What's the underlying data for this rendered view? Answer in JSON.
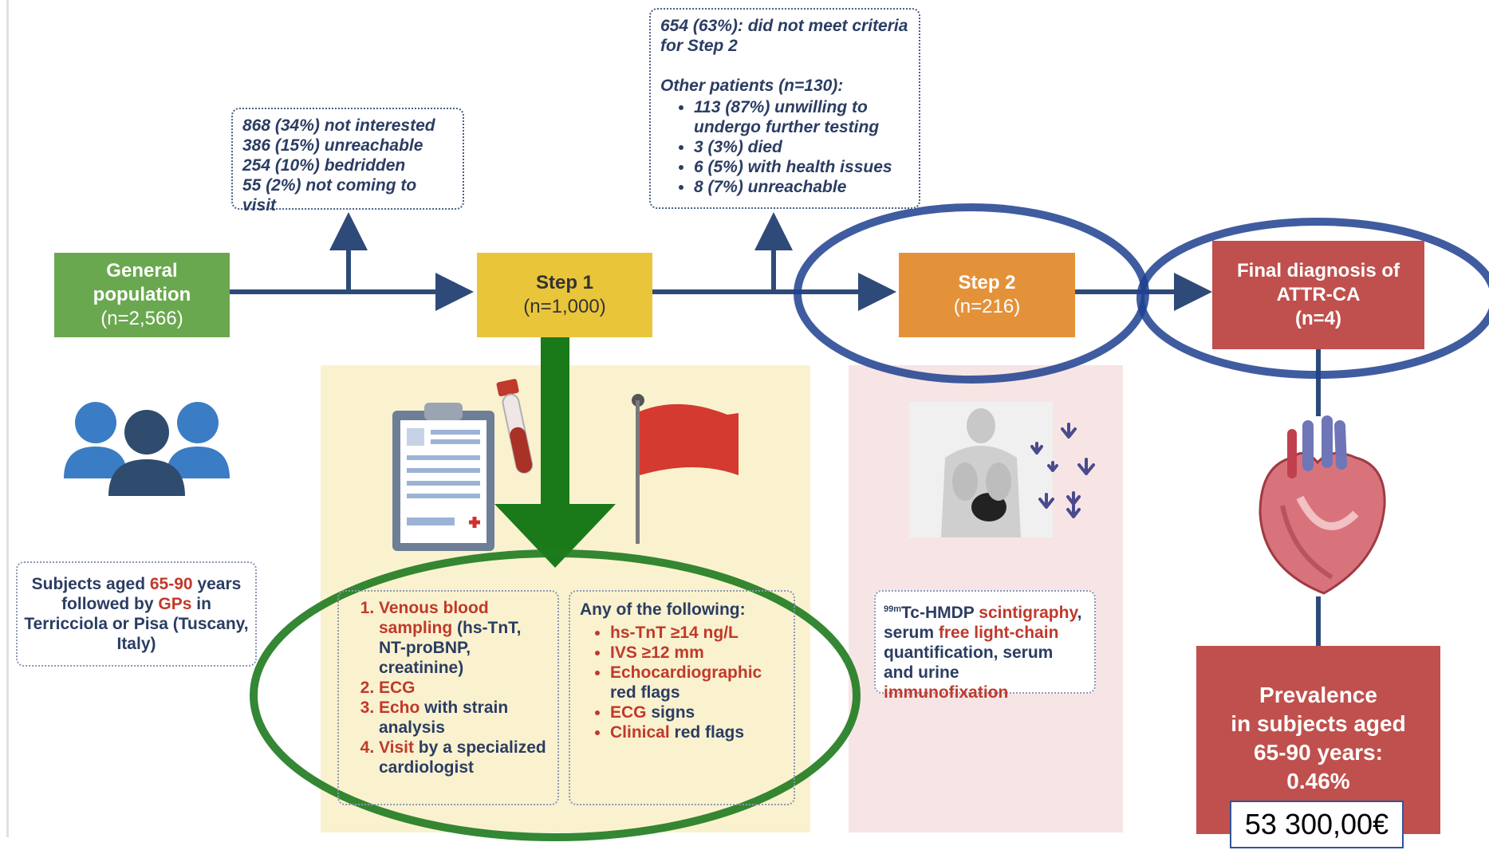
{
  "colors": {
    "general_population": "#6aa84f",
    "step1": "#e9c53a",
    "step2": "#e4923a",
    "final": "#c0504d",
    "arrow": "#2e4a78",
    "green_annotation": "#1e7a1e",
    "blue_annotation": "#1f3f8f"
  },
  "nodes": {
    "general": {
      "title_line1": "General",
      "title_line2": "population",
      "count": "(n=2,566)"
    },
    "step1": {
      "title": "Step 1",
      "count": "(n=1,000)"
    },
    "step2": {
      "title": "Step 2",
      "count": "(n=216)"
    },
    "final": {
      "line1": "Final diagnosis of",
      "line2": "ATTR-CA",
      "count": "(n=4)"
    },
    "prevalence": {
      "line1": "Prevalence",
      "line2": "in subjects aged",
      "line3": "65-90 years:",
      "value": "0.46%"
    }
  },
  "exclusions_1": [
    "868 (34%) not interested",
    "386 (15%) unreachable",
    "254 (10%) bedridden",
    "55 (2%) not coming to visit"
  ],
  "exclusions_2": {
    "line1": "654 (63%): did not meet criteria",
    "line2": "for Step 2",
    "other_title": "Other patients (n=130):",
    "items": [
      "113 (87%) unwilling to undergo further testing",
      "3 (3%) died",
      "6 (5%) with health issues",
      "8 (7%) unreachable"
    ]
  },
  "subjects": {
    "p1": "Subjects aged ",
    "age": "65-90",
    "p2": " years followed by ",
    "gps": "GPs",
    "p3": " in Terricciola or Pisa (Tuscany, Italy)"
  },
  "tests": {
    "i1_red": "Venous blood sampling",
    "i1_rest": " (hs-TnT, NT-proBNP, creatinine)",
    "i2_red": "ECG",
    "i3_red": "Echo",
    "i3_rest": " with strain analysis",
    "i4_red": "Visit",
    "i4_rest": " by a specialized cardiologist"
  },
  "flags": {
    "title": "Any of the following:",
    "f1": "hs-TnT ≥14 ng/L",
    "f2": "IVS ≥12 mm",
    "f3": "Echocardiographic",
    "f3_rest": " red flags",
    "f4": "ECG",
    "f4_rest": " signs",
    "f5": "Clinical",
    "f5_rest": " red flags"
  },
  "scint": {
    "sup": "99m",
    "p1": "Tc-HMDP ",
    "red1": "scintigraphy",
    "p2": ", serum ",
    "red2": "free light-chain",
    "p3": " quantification, serum and urine ",
    "red3": "immunofixation"
  },
  "price_label": "53 300,00€",
  "icons": [
    "people-icon",
    "clipboard-icon",
    "test-tube-icon",
    "red-flag-icon",
    "scintigraphy-image",
    "antibody-icon",
    "heart-icon",
    "arrow-icon"
  ]
}
